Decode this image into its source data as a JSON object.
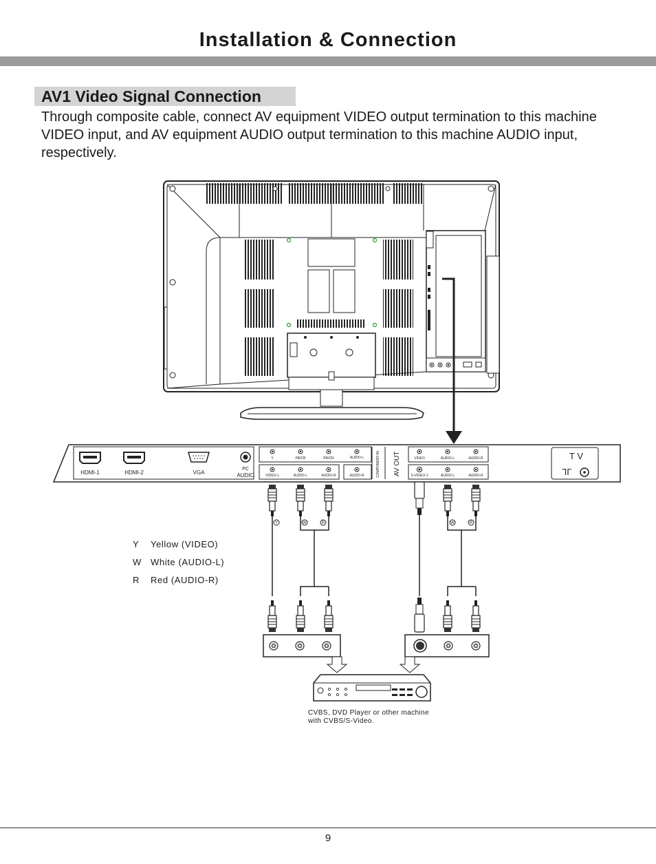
{
  "header": {
    "title": "Installation & Connection"
  },
  "section": {
    "heading": "AV1 Video Signal Connection",
    "body": "Through composite cable, connect AV equipment VIDEO output termination to this machine VIDEO input, and AV equipment AUDIO output termination to this machine AUDIO input, respectively."
  },
  "panel": {
    "hdmi1": "HDMI-1",
    "hdmi2": "HDMI-2",
    "vga": "VGA",
    "pc": "PC",
    "audio": "AUDIO",
    "comp_top": [
      "Y",
      "PB/CB",
      "PR/CR",
      "AUDIO-L"
    ],
    "comp_bottom": [
      "VIDEO-1",
      "AUDIO-L",
      "AUDIO-R",
      "AUDIO-R"
    ],
    "component_in": "COMPONENT-IN",
    "av_out": "AV OUT",
    "av_top": [
      "VIDEO",
      "AUDIO-L",
      "AUDIO-R"
    ],
    "av_bottom": [
      "S-VIDEO-1",
      "AUDIO-L",
      "AUDIO-R"
    ],
    "tv": "T V"
  },
  "plugs": {
    "y": "Y",
    "w": "W",
    "r": "R"
  },
  "legend": [
    {
      "code": "Y",
      "text": "Yellow (VIDEO)"
    },
    {
      "code": "W",
      "text": "White (AUDIO-L)"
    },
    {
      "code": "R",
      "text": "Red (AUDIO-R)"
    }
  ],
  "caption": {
    "line1": "CVBS, DVD Player or other machine",
    "line2": "with CVBS/S-Video."
  },
  "footer": {
    "page_number": "9"
  }
}
